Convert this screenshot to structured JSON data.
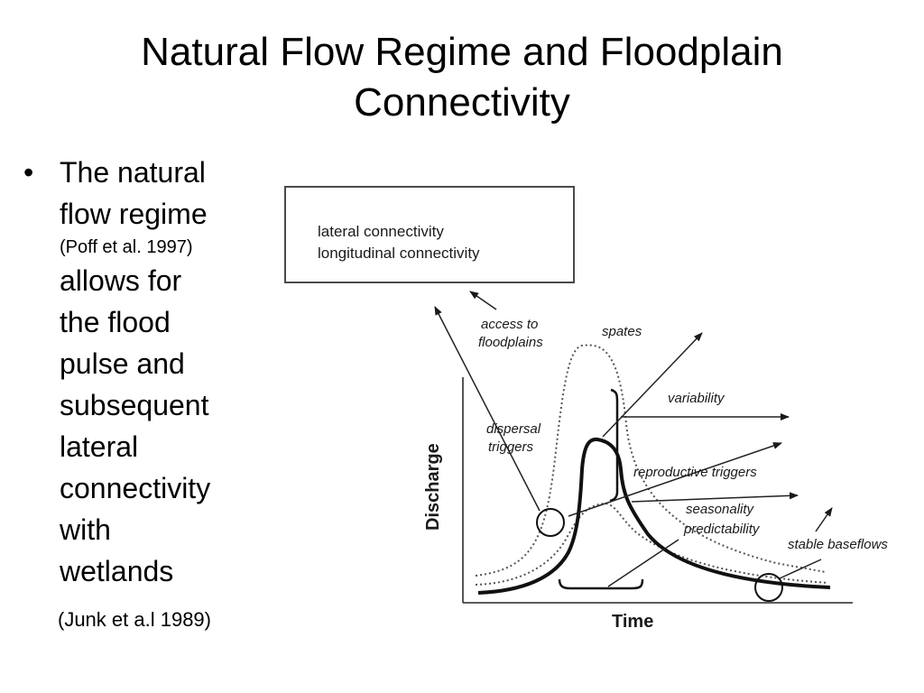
{
  "slide": {
    "title_line1": "Natural Flow Regime and Floodplain",
    "title_line2": "Connectivity"
  },
  "bullet": {
    "symbol": "•",
    "lines_a": [
      "The natural",
      "flow regime"
    ],
    "citation_inline": "(Poff et al. 1997)",
    "lines_b": [
      "allows for",
      "the flood",
      "pulse and",
      "subsequent",
      "lateral",
      "connectivity",
      "with",
      "wetlands"
    ],
    "citation_bottom": "(Junk et a.l 1989)"
  },
  "figure": {
    "box_lines": [
      "lateral connectivity",
      "longitudinal connectivity"
    ],
    "labels": {
      "access_1": "access to",
      "access_2": "floodplains",
      "spates": "spates",
      "variability": "variability",
      "dispersal_1": "dispersal",
      "dispersal_2": "triggers",
      "reproductive": "reproductive triggers",
      "seasonality_1": "seasonality",
      "seasonality_2": "predictability",
      "stable": "stable baseflows"
    },
    "y_axis_label": "Discharge",
    "x_axis_label": "Time"
  }
}
